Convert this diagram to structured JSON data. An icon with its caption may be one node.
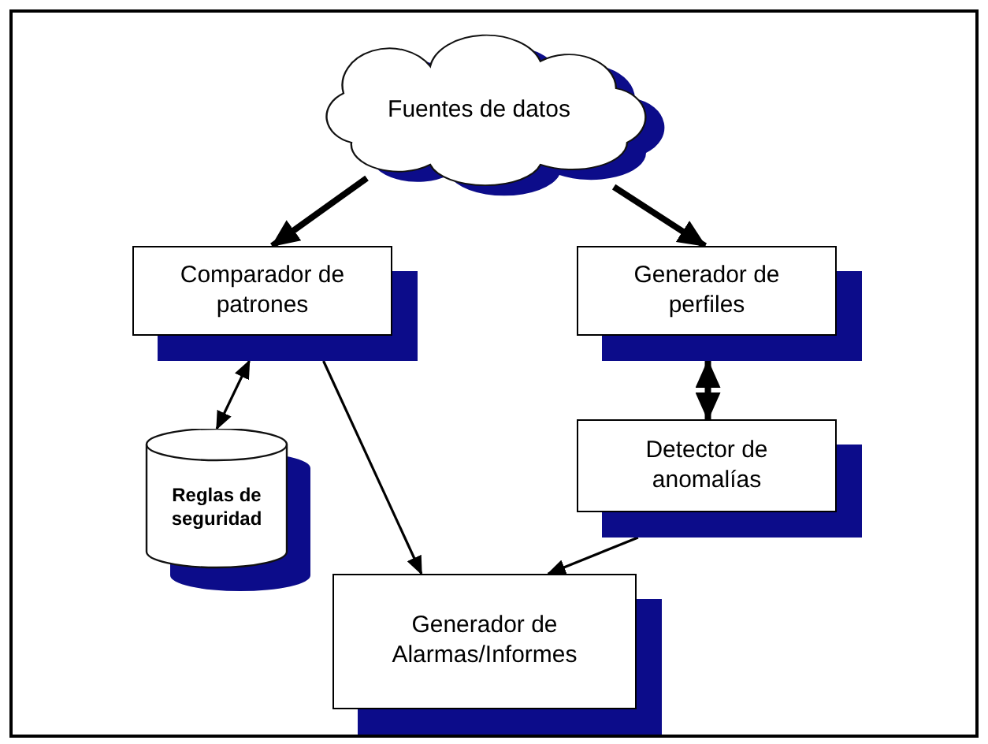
{
  "diagram": {
    "nodes": [
      {
        "text": [
          "Fuentes de datos"
        ]
      },
      {
        "text": [
          "Comparador de patrones"
        ]
      },
      {
        "text": [
          "Generador de perfiles"
        ]
      },
      {
        "text": [
          "Reglas de seguridad"
        ]
      },
      {
        "text": [
          "Detector de anomalías"
        ]
      },
      {
        "text": [
          "Generador de Alarmas/Informes"
        ]
      }
    ],
    "edges": [
      {
        "from": 0,
        "to": 1,
        "arrow": "to",
        "style": "thick"
      },
      {
        "from": 0,
        "to": 2,
        "arrow": "to",
        "style": "thick"
      },
      {
        "from": 1,
        "to": 3,
        "arrow": "both"
      },
      {
        "from": 2,
        "to": 4,
        "arrow": "both",
        "style": "thick"
      },
      {
        "from": 1,
        "to": 5,
        "arrow": "to"
      },
      {
        "from": 4,
        "to": 5,
        "arrow": "to"
      }
    ]
  }
}
